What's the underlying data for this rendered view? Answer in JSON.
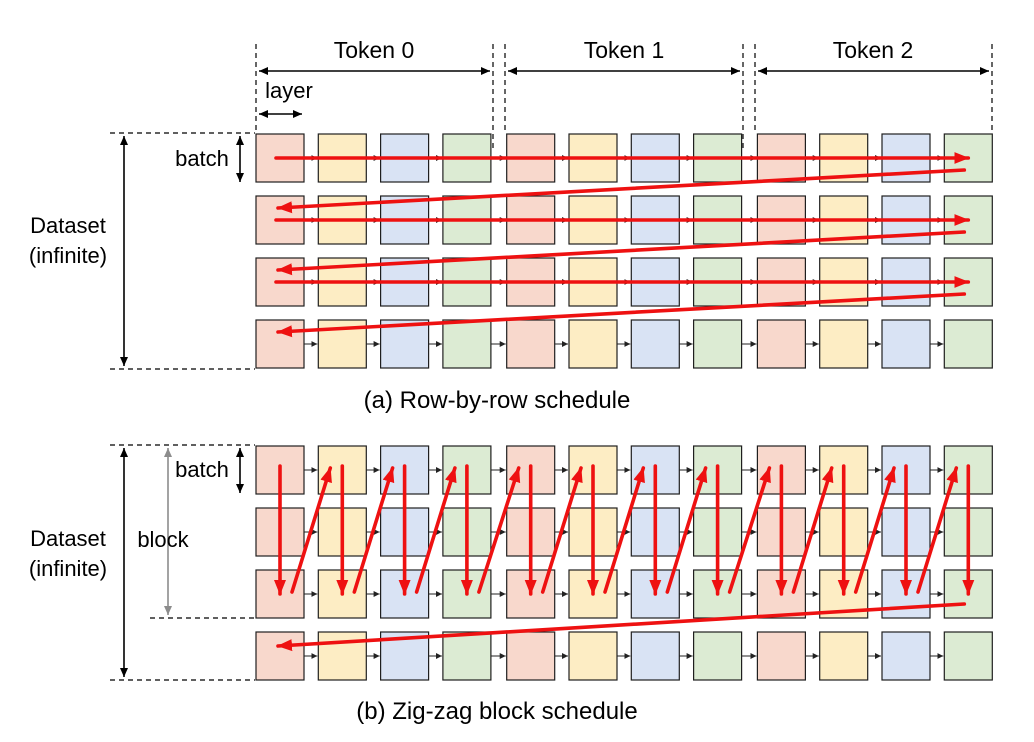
{
  "labels": {
    "token0": "Token 0",
    "token1": "Token 1",
    "token2": "Token 2",
    "layer": "layer",
    "batch": "batch",
    "block": "block",
    "dataset_line1": "Dataset",
    "dataset_line2": "(infinite)",
    "caption_a": "(a) Row-by-row schedule",
    "caption_b": "(b) Zig-zag block schedule"
  },
  "grid": {
    "tokens": 3,
    "layers_per_token": 4,
    "rows": 4,
    "layer_colors": [
      "#f8d8cc",
      "#fdedc4",
      "#d9e3f4",
      "#dcebd3"
    ]
  },
  "colors": {
    "arrow": "#ee1111",
    "block_marker": "#8c8c8c"
  }
}
